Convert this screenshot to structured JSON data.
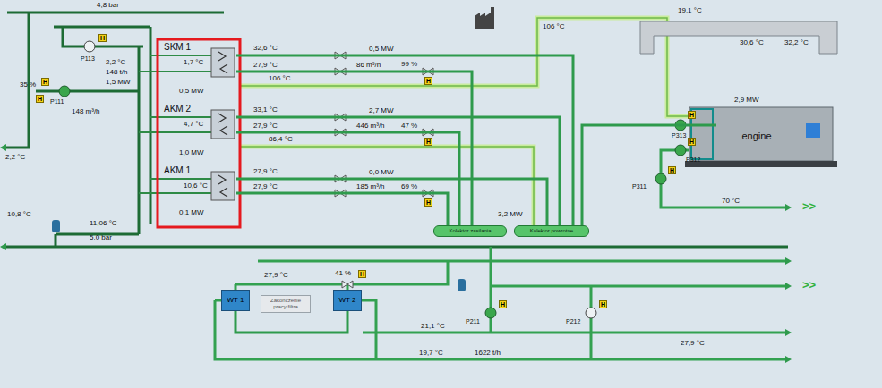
{
  "diagram": {
    "nodes": [
      {
        "text": [
          "SKM 1"
        ]
      },
      {
        "text": [
          "AKM 2"
        ]
      },
      {
        "text": [
          "AKM 1"
        ]
      },
      {
        "text": [
          "engine"
        ]
      },
      {
        "text": [
          "Kolektor zasilania"
        ]
      },
      {
        "text": [
          "Kolektor powrotne"
        ]
      },
      {
        "text": [
          "WT 1"
        ]
      },
      {
        "text": [
          "WT 2"
        ]
      },
      {
        "text": [
          "Zakończenie pracy filtra"
        ]
      }
    ],
    "edges": [
      {
        "from": 0,
        "to": 5,
        "arrow": "none"
      },
      {
        "from": 1,
        "to": 5,
        "arrow": "none"
      },
      {
        "from": 2,
        "to": 5,
        "arrow": "none"
      },
      {
        "from": 0,
        "to": 4,
        "arrow": "none"
      },
      {
        "from": 1,
        "to": 4,
        "arrow": "none"
      },
      {
        "from": 2,
        "to": 4,
        "arrow": "none"
      },
      {
        "from": 3,
        "to": 5,
        "arrow": "none"
      },
      {
        "from": 6,
        "to": 7,
        "arrow": "none"
      }
    ],
    "labels": [
      "4,8 bar",
      "H",
      "P113",
      "2,2 °C",
      "148 t/h",
      "1,5 MW",
      "35 %",
      "H",
      "H",
      "P111",
      "148 m³/h",
      "1,7 °C",
      "32,6 °C",
      "0,5 MW",
      "27,9 °C",
      "86 m³/h",
      "99 %",
      "H",
      "106 °C",
      "0,5 MW",
      "4,7 °C",
      "33,1 °C",
      "2,7 MW",
      "27,9 °C",
      "446 m³/h",
      "47 %",
      "H",
      "86,4 °C",
      "1,0 MW",
      "10,6 °C",
      "27,9 °C",
      "0,0 MW",
      "27,9 °C",
      "185 m³/h",
      "69 %",
      "H",
      "0,1 MW",
      "2,2 °C",
      "10,8 °C",
      "11,06 °C",
      "5,0 bar",
      "3,2 MW",
      "106 °C",
      "19,1 °C",
      "30,6 °C",
      "32,2 °C",
      "2,9 MW",
      "H",
      "P313",
      "H",
      "P312",
      "H",
      "P311",
      "70 °C",
      ">>",
      "27,9 °C",
      "41 %",
      "H",
      "H",
      "P211",
      "H",
      "P212",
      ">>",
      "27,9 °C",
      "21,1 °C",
      "19,7 °C",
      "1622 t/h"
    ]
  }
}
